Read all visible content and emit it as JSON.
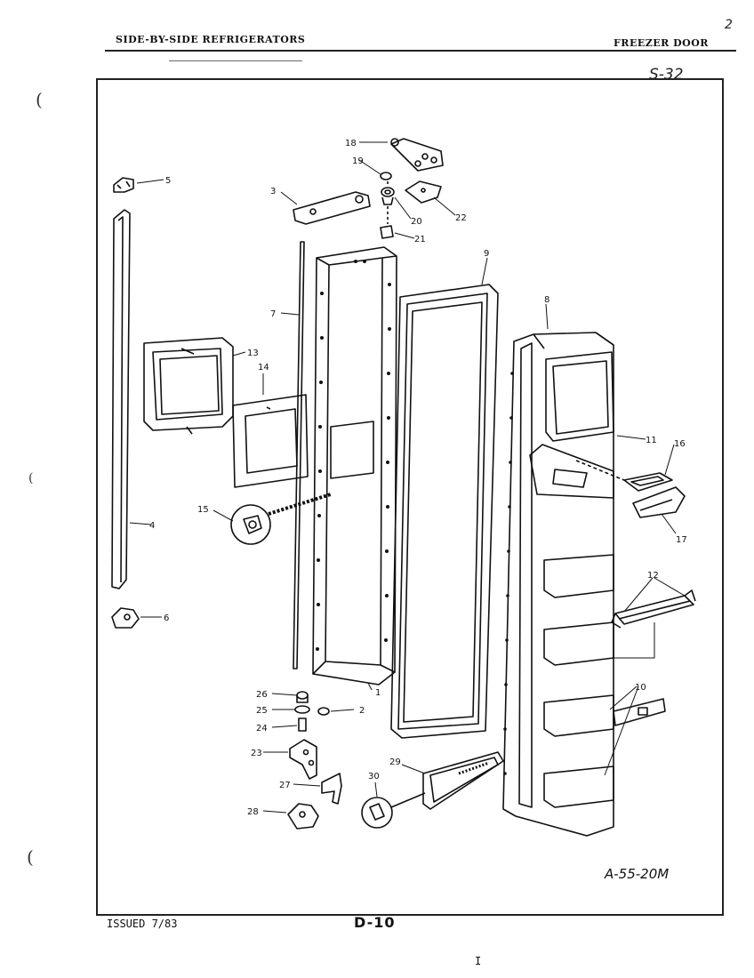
{
  "header": {
    "left_title": "SIDE-BY-SIDE REFRIGERATORS",
    "right_title": "FREEZER DOOR",
    "handwritten_code": "S-32",
    "corner_mark": "2"
  },
  "footer": {
    "issued": "ISSUED 7/83",
    "page_code": "D-10",
    "page_tick": "I"
  },
  "drawing_number": "A-55-20M",
  "callouts": {
    "p1": "1",
    "p2": "2",
    "p3": "3",
    "p4": "4",
    "p5": "5",
    "p6": "6",
    "p7": "7",
    "p8": "8",
    "p9": "9",
    "p10": "10",
    "p11": "11",
    "p12": "12",
    "p13": "13",
    "p14": "14",
    "p15": "15",
    "p16": "16",
    "p17": "17",
    "p18": "18",
    "p19": "19",
    "p20": "20",
    "p21": "21",
    "p22": "22",
    "p23": "23",
    "p24": "24",
    "p25": "25",
    "p26": "26",
    "p27": "27",
    "p28": "28",
    "p29": "29",
    "p30": "30"
  },
  "colors": {
    "ink": "#111111",
    "paper": "#ffffff"
  }
}
